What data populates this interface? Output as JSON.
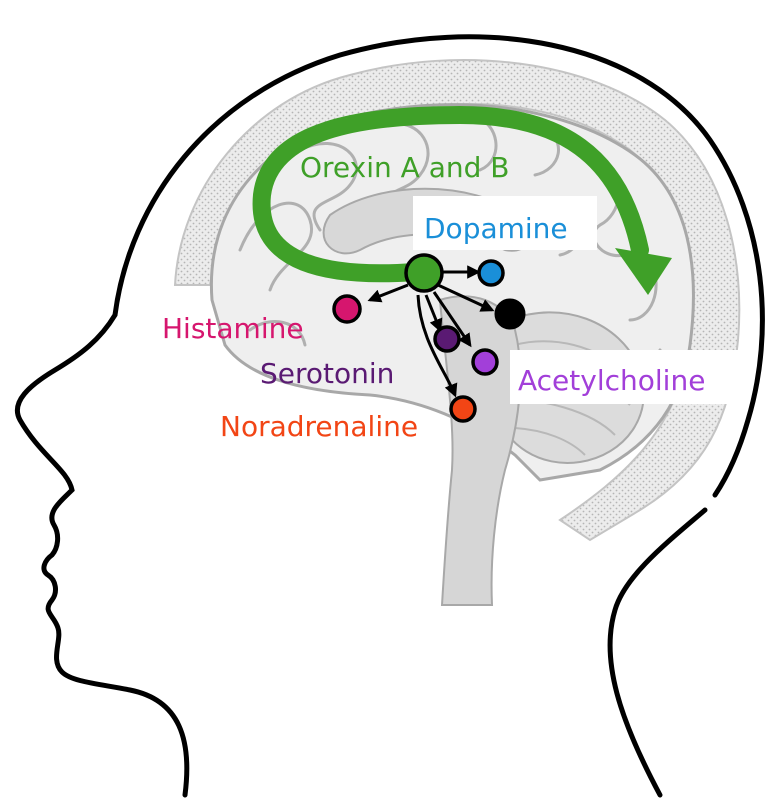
{
  "labels": {
    "orexin": "Orexin A and B",
    "dopamine": "Dopamine",
    "histamine": "Histamine",
    "serotonin": "Serotonin",
    "acetylcholine": "Acetylcholine",
    "noradrenaline": "Noradrenaline"
  },
  "colors": {
    "orexin": "#3fa028",
    "dopamine": "#1a8fd8",
    "histamine": "#d6166e",
    "serotonin": "#5a1a73",
    "acetylcholine": "#a23fd9",
    "noradrenaline": "#f24515",
    "unlabeled_node": "#000000",
    "outline": "#000000",
    "brain_fill": "#e2e2e2",
    "brain_line": "#a8a8a8"
  }
}
